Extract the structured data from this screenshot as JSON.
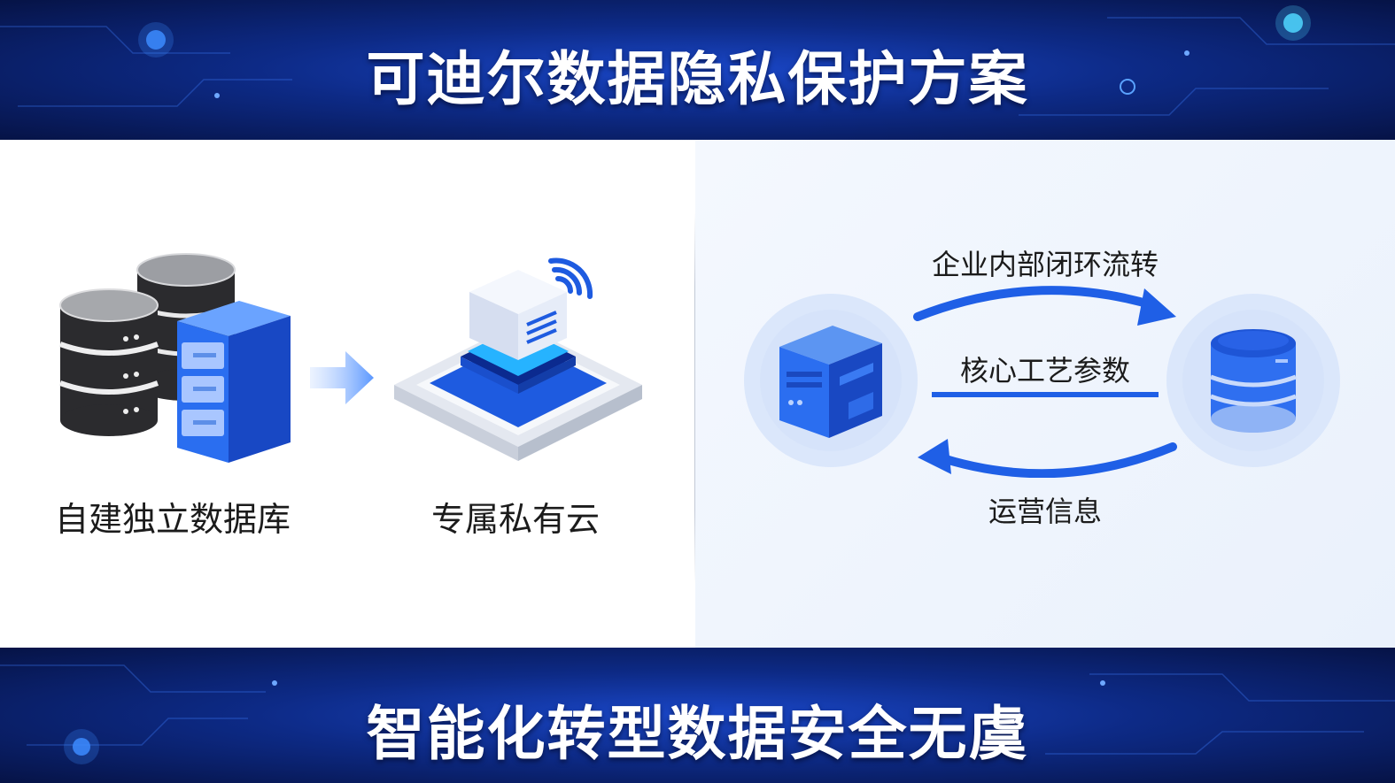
{
  "header": {
    "title": "可迪尔数据隐私保护方案"
  },
  "left_panel": {
    "item1": {
      "label": "自建独立数据库",
      "icon": "database-server-icon"
    },
    "arrow_icon": "arrow-right-icon",
    "item2": {
      "label": "专属私有云",
      "icon": "private-cloud-icon"
    }
  },
  "right_panel": {
    "top_flow_label": "企业内部闭环流转",
    "middle_flow_label": "核心工艺参数",
    "bottom_flow_label": "运营信息",
    "left_node_icon": "server-cube-icon",
    "right_node_icon": "database-icon"
  },
  "footer": {
    "title": "智能化转型数据安全无虞"
  },
  "colors": {
    "brand_blue": "#1f5fe6",
    "banner_dark": "#061346",
    "banner_mid": "#1a47c8",
    "text_dark": "#1b1b1b"
  }
}
